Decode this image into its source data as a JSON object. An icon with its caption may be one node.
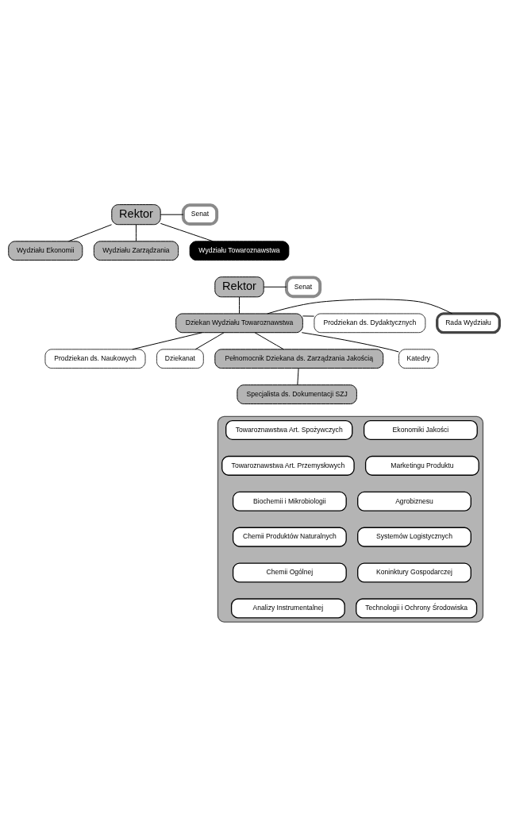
{
  "diagram": {
    "nodes": [
      {
        "text": [
          "Rektor"
        ]
      },
      {
        "text": [
          "Senat"
        ]
      },
      {
        "text": [
          "Wydziału Ekonomii"
        ]
      },
      {
        "text": [
          "Wydziału Zarządzania"
        ]
      },
      {
        "text": [
          "Wydziału Towaroznawstwa"
        ]
      },
      {
        "text": [
          "Rektor"
        ]
      },
      {
        "text": [
          "Senat"
        ]
      },
      {
        "text": [
          "Prodziekan ds. Dydaktycznych"
        ]
      },
      {
        "text": [
          "Dziekan Wydziału Towaroznawstwa"
        ]
      },
      {
        "text": [
          "Rada Wydziału"
        ]
      },
      {
        "text": [
          "Prodziekan ds. Naukowych"
        ]
      },
      {
        "text": [
          "Dziekanat"
        ]
      },
      {
        "text": [
          "Pełnomocnik Dziekana ds. Zarządzania Jakością"
        ]
      },
      {
        "text": [
          "Katedry"
        ]
      },
      {
        "text": [
          "Specjalista ds. Dokumentacji SZJ"
        ]
      },
      {
        "text": [],
        "shape": "box"
      },
      {
        "text": [
          "Ekonomiki Jakości"
        ],
        "in": 15
      },
      {
        "text": [
          "Towaroznawstwa Art. Spożywczych"
        ],
        "in": 15
      },
      {
        "text": [
          "Marketingu Produktu"
        ],
        "in": 15
      },
      {
        "text": [
          "Towaroznawstwa Art. Przemysłowych"
        ],
        "in": 15
      },
      {
        "text": [
          "Agrobiznesu"
        ],
        "in": 15
      },
      {
        "text": [
          "Biochemii i Mikrobiologii"
        ],
        "in": 15
      },
      {
        "text": [
          "Systemów Logistycznych"
        ],
        "in": 15
      },
      {
        "text": [
          "Chemii Produktów Naturalnych"
        ],
        "in": 15
      },
      {
        "text": [
          "Koninktury Gospodarczej"
        ],
        "in": 15
      },
      {
        "text": [
          "Chemii Ogólnej"
        ],
        "in": 15
      },
      {
        "text": [
          "Technologii i Ochrony Środowiska"
        ],
        "in": 15
      },
      {
        "text": [
          "Analizy Instrumentalnej"
        ],
        "in": 15
      }
    ],
    "edges": [
      {
        "from": 0,
        "to": 1,
        "arrow": "none"
      },
      {
        "from": 0,
        "to": 2,
        "arrow": "none"
      },
      {
        "from": 0,
        "to": 3,
        "arrow": "none"
      },
      {
        "from": 0,
        "to": 4,
        "arrow": "none"
      },
      {
        "from": 5,
        "to": 6,
        "arrow": "none"
      },
      {
        "from": 5,
        "to": 8,
        "arrow": "none"
      },
      {
        "from": 8,
        "to": 7,
        "arrow": "none"
      },
      {
        "from": 8,
        "to": 9,
        "arrow": "none"
      },
      {
        "from": 8,
        "to": 10,
        "arrow": "none"
      },
      {
        "from": 8,
        "to": 11,
        "arrow": "none"
      },
      {
        "from": 8,
        "to": 12,
        "arrow": "none"
      },
      {
        "from": 8,
        "to": 13,
        "arrow": "none"
      },
      {
        "from": 12,
        "to": 14,
        "arrow": "none"
      }
    ]
  }
}
